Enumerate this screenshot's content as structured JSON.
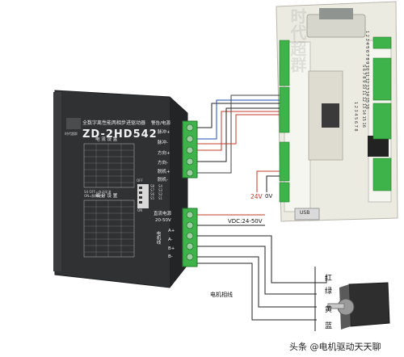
{
  "driver": {
    "title": "全数字离性能两相步进驱动器",
    "model": "ZD-2HD542",
    "brand": "时代超群",
    "current_table_title": "电 流 设 置",
    "microstep_table_title": "细 分 设 置",
    "note1": "S4 OFF=自动半流",
    "note2": "ON=脉冲使能",
    "terminal_labels": [
      "警告/电源",
      "脉冲+",
      "脉冲-",
      "方向+",
      "方向-",
      "脱机+",
      "脱机-"
    ],
    "dc_label": "直流电源",
    "dc_range": "20-50V",
    "motor_labels": [
      "A+",
      "A-",
      "B+",
      "B-"
    ],
    "motor_vertical": "电机线",
    "switch_labels": [
      "S8",
      "S7",
      "S6",
      "S5",
      "S4",
      "S3",
      "S2",
      "S1"
    ],
    "off_on": [
      "OFF",
      "ON"
    ]
  },
  "controller": {
    "top_pins": "1 2 3 4 5 6 7 8 9 10 11 12 13 14 15 16",
    "right_pins": "S 6 7 8 9 10 11 12 13 14 15 16",
    "mid_pins": "1 2 3 4 5 6 7 8",
    "usb": "USB",
    "power_label": "24V",
    "zero_label": "0V",
    "watermark": "时代超群"
  },
  "labels": {
    "vdc": "VDC:24-50V",
    "motor_phase": "电机相线",
    "wire_colors": [
      "红",
      "绿",
      "黄",
      "蓝"
    ],
    "footer": "头条 @电机驱动天天聊"
  }
}
